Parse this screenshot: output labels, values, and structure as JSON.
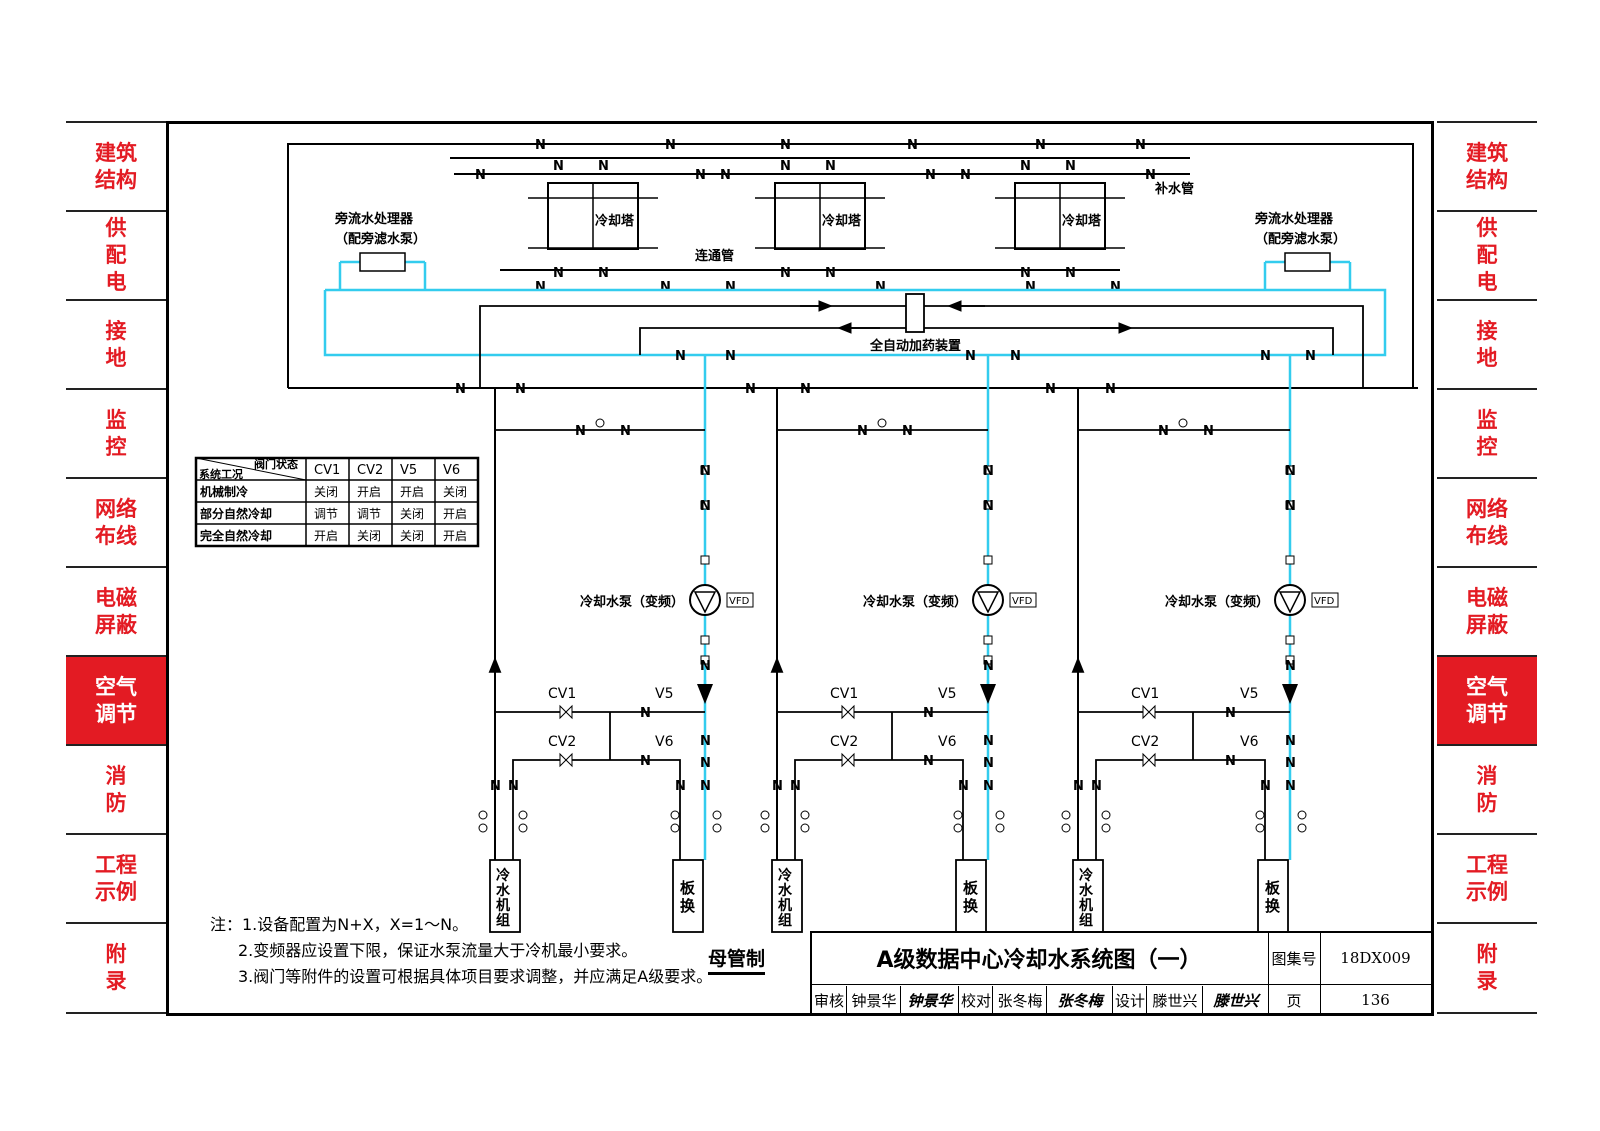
{
  "left_tabs": [
    {
      "lines": [
        "建筑",
        "结构"
      ],
      "active": false
    },
    {
      "lines": [
        "供",
        "配",
        "电"
      ],
      "active": false
    },
    {
      "lines": [
        "接",
        "地"
      ],
      "active": false
    },
    {
      "lines": [
        "监",
        "控"
      ],
      "active": false
    },
    {
      "lines": [
        "网络",
        "布线"
      ],
      "active": false
    },
    {
      "lines": [
        "电磁",
        "屏蔽"
      ],
      "active": false
    },
    {
      "lines": [
        "空气",
        "调节"
      ],
      "active": true
    },
    {
      "lines": [
        "消",
        "防"
      ],
      "active": false
    },
    {
      "lines": [
        "工程",
        "示例"
      ],
      "active": false
    },
    {
      "lines": [
        "附",
        "录"
      ],
      "active": false
    }
  ],
  "colors": {
    "accent": "#e31b23",
    "pipe_cyan": "#33ccee",
    "line": "#000000"
  },
  "diagram": {
    "cooling_tower_label": "冷却塔",
    "makeup_pipe": "补水管",
    "connecting_pipe": "连通管",
    "bypass_treatment": "旁流水处理器",
    "bypass_pump": "（配旁滤水泵）",
    "dosing_device": "全自动加药装置",
    "pump_label": "冷却水泵（变频）",
    "vfd": "VFD",
    "valve_cv1": "CV1",
    "valve_cv2": "CV2",
    "valve_v5": "V5",
    "valve_v6": "V6",
    "chiller": [
      "冷",
      "水",
      "机",
      "组"
    ],
    "heat_exchanger": [
      "板",
      "换"
    ],
    "check": "N",
    "bus_system": "母管制"
  },
  "valve_table": {
    "header_top": "阀门状态",
    "header_bottom": "系统工况",
    "columns": [
      "CV1",
      "CV2",
      "V5",
      "V6"
    ],
    "rows": [
      {
        "mode": "机械制冷",
        "values": [
          "关闭",
          "开启",
          "开启",
          "关闭"
        ]
      },
      {
        "mode": "部分自然冷却",
        "values": [
          "调节",
          "调节",
          "关闭",
          "开启"
        ]
      },
      {
        "mode": "完全自然冷却",
        "values": [
          "开启",
          "关闭",
          "关闭",
          "开启"
        ]
      }
    ]
  },
  "notes": [
    "注：1.设备配置为N+X，X=1～N。",
    "2.变频器应设置下限，保证水泵流量大于冷机最小要求。",
    "3.阀门等附件的设置可根据具体项目要求调整，并应满足A级要求。"
  ],
  "title_block": {
    "title": "A级数据中心冷却水系统图（一）",
    "atlas_label": "图集号",
    "atlas_no": "18DX009",
    "review_label": "审核",
    "reviewer": "钟景华",
    "reviewer_sign": "钟景华",
    "check_label": "校对",
    "checker": "张冬梅",
    "checker_sign": "张冬梅",
    "design_label": "设计",
    "designer": "滕世兴",
    "designer_sign": "滕世兴",
    "page_label": "页",
    "page_no": "136"
  }
}
